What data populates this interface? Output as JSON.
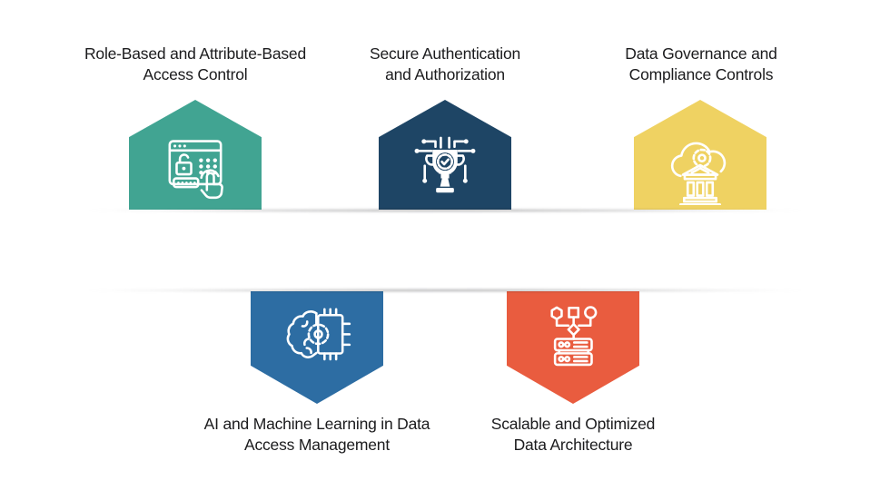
{
  "canvas": {
    "background": "#ffffff",
    "text_color": "#1b1b1d",
    "fold_shadow_color": "#8c8c8e"
  },
  "top_row": {
    "items": [
      {
        "title": "Role-Based and Attribute-Based\nAccess Control",
        "color": "#41A492",
        "icon": "access-control-icon",
        "icon_description": "browser window with padlock, keypad dots, password field and tapping hand"
      },
      {
        "title": "Secure Authentication\nand Authorization",
        "color": "#1E4565",
        "icon": "secure-authentication-icon",
        "icon_description": "trophy with verified rosette badge and circuit nodes"
      },
      {
        "title": "Data Governance and\nCompliance Controls",
        "color": "#EFD262",
        "icon": "data-governance-icon",
        "icon_description": "cloud with gear and classical bank building columns"
      }
    ]
  },
  "bottom_row": {
    "items": [
      {
        "title": "AI and Machine Learning in Data\nAccess Management",
        "color": "#2D6DA3",
        "icon": "ai-ml-icon",
        "icon_description": "half brain joined to microchip with gear"
      },
      {
        "title": "Scalable and Optimized\nData Architecture",
        "color": "#E95C3F",
        "icon": "data-architecture-icon",
        "icon_description": "flowchart nodes converging into stacked database servers"
      }
    ]
  }
}
